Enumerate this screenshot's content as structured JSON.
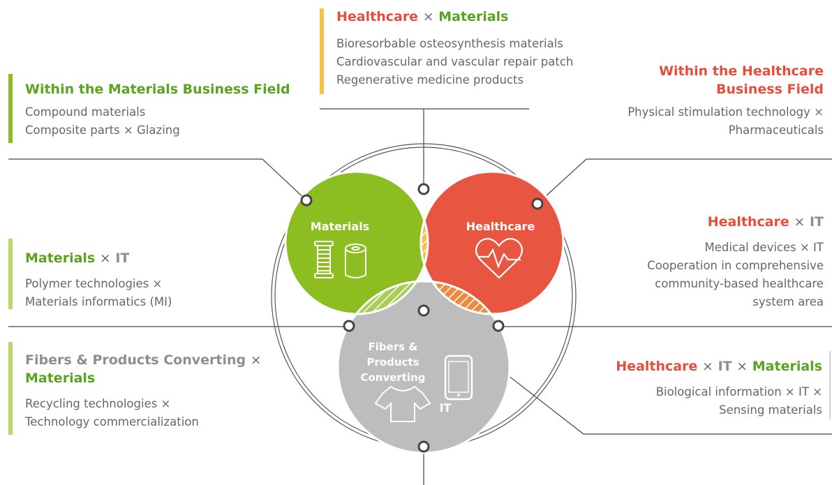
{
  "colors": {
    "materials": "#8cbe22",
    "healthcare": "#e85540",
    "fibers": "#bdbdbd",
    "accent_yellow": "#f4c24a",
    "accent_green": "#a9cd5a"
  },
  "blocks": {
    "hc_materials": {
      "t1": "Healthcare",
      "sep1": "×",
      "t2": "Materials",
      "lines": [
        "Bioresorbable osteosynthesis materials",
        "Cardiovascular and vascular repair patch",
        "Regenerative medicine products"
      ]
    },
    "within_materials": {
      "title": "Within the Materials Business Field",
      "lines": [
        "Compound materials",
        "Composite parts × Glazing"
      ]
    },
    "within_healthcare": {
      "title_l1": "Within the Healthcare",
      "title_l2": "Business Field",
      "lines": [
        "Physical stimulation technology ×",
        "Pharmaceuticals"
      ]
    },
    "materials_it": {
      "t1": "Materials",
      "sep1": "×",
      "t2": "IT",
      "lines": [
        "Polymer technologies ×",
        "Materials informatics (MI)"
      ]
    },
    "healthcare_it": {
      "t1": "Healthcare",
      "sep1": "×",
      "t2": "IT",
      "lines": [
        "Medical devices × IT",
        "Cooperation in comprehensive",
        "community-based healthcare",
        "system area"
      ]
    },
    "fibers_materials": {
      "t1": "Fibers & Products Converting",
      "sep1": "×",
      "t2": "Materials",
      "lines": [
        "Recycling technologies ×",
        "Technology commercialization"
      ]
    },
    "hc_it_materials": {
      "t1": "Healthcare",
      "sep1": "×",
      "t2": "IT",
      "sep2": "×",
      "t3": "Materials",
      "lines": [
        "Biological information × IT ×",
        "Sensing materials"
      ]
    }
  },
  "diagram": {
    "materials_label": "Materials",
    "healthcare_label": "Healthcare",
    "fibers_label": [
      "Fibers &",
      "Products",
      "Converting"
    ],
    "it_label": "IT"
  }
}
